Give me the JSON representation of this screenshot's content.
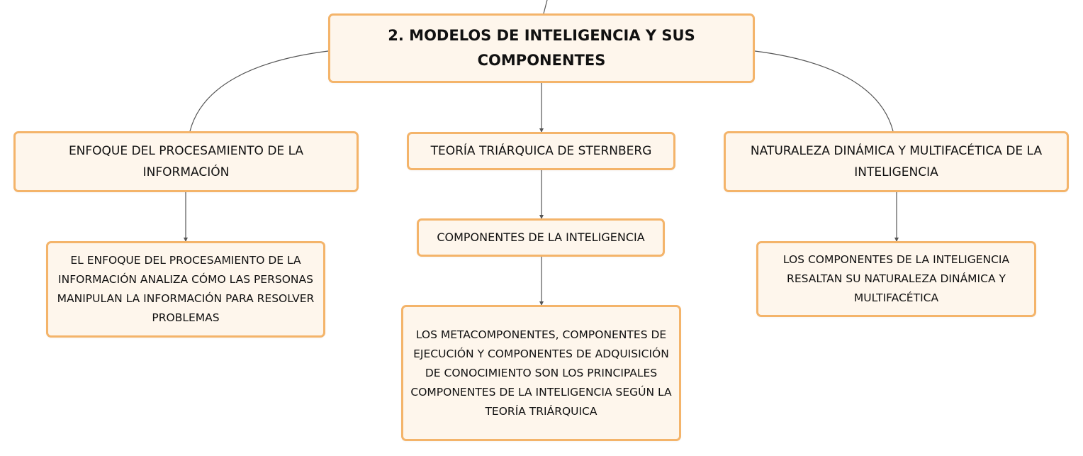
{
  "diagram": {
    "root": "2. MODELOS DE INTELIGENCIA Y SUS COMPONENTES",
    "branches": {
      "enfoque": "ENFOQUE DEL PROCESAMIENTO DE LA INFORMACIÓN",
      "teoria": "TEORÍA TRIÁRQUICA DE STERNBERG",
      "naturaleza": "NATURALEZA DINÁMICA Y MULTIFACÉTICA DE LA INTELIGENCIA"
    },
    "children": {
      "enfoque_desc": "EL ENFOQUE DEL PROCESAMIENTO DE LA INFORMACIÓN ANALIZA CÓMO LAS PERSONAS MANIPULAN LA INFORMACIÓN PARA RESOLVER PROBLEMAS",
      "componentes": "COMPONENTES DE LA INTELIGENCIA",
      "componentes_desc": "LOS METACOMPONENTES, COMPONENTES DE EJECUCIÓN Y COMPONENTES DE ADQUISICIÓN DE CONOCIMIENTO SON LOS PRINCIPALES COMPONENTES DE LA INTELIGENCIA SEGÚN LA TEORÍA TRIÁRQUICA",
      "naturaleza_desc": "LOS COMPONENTES DE LA INTELIGENCIA RESALTAN SU NATURALEZA DINÁMICA Y MULTIFACÉTICA"
    },
    "colors": {
      "node_fill": "#fef6ec",
      "node_border": "#f4b46a",
      "connector": "#555555",
      "text": "#111111"
    }
  }
}
